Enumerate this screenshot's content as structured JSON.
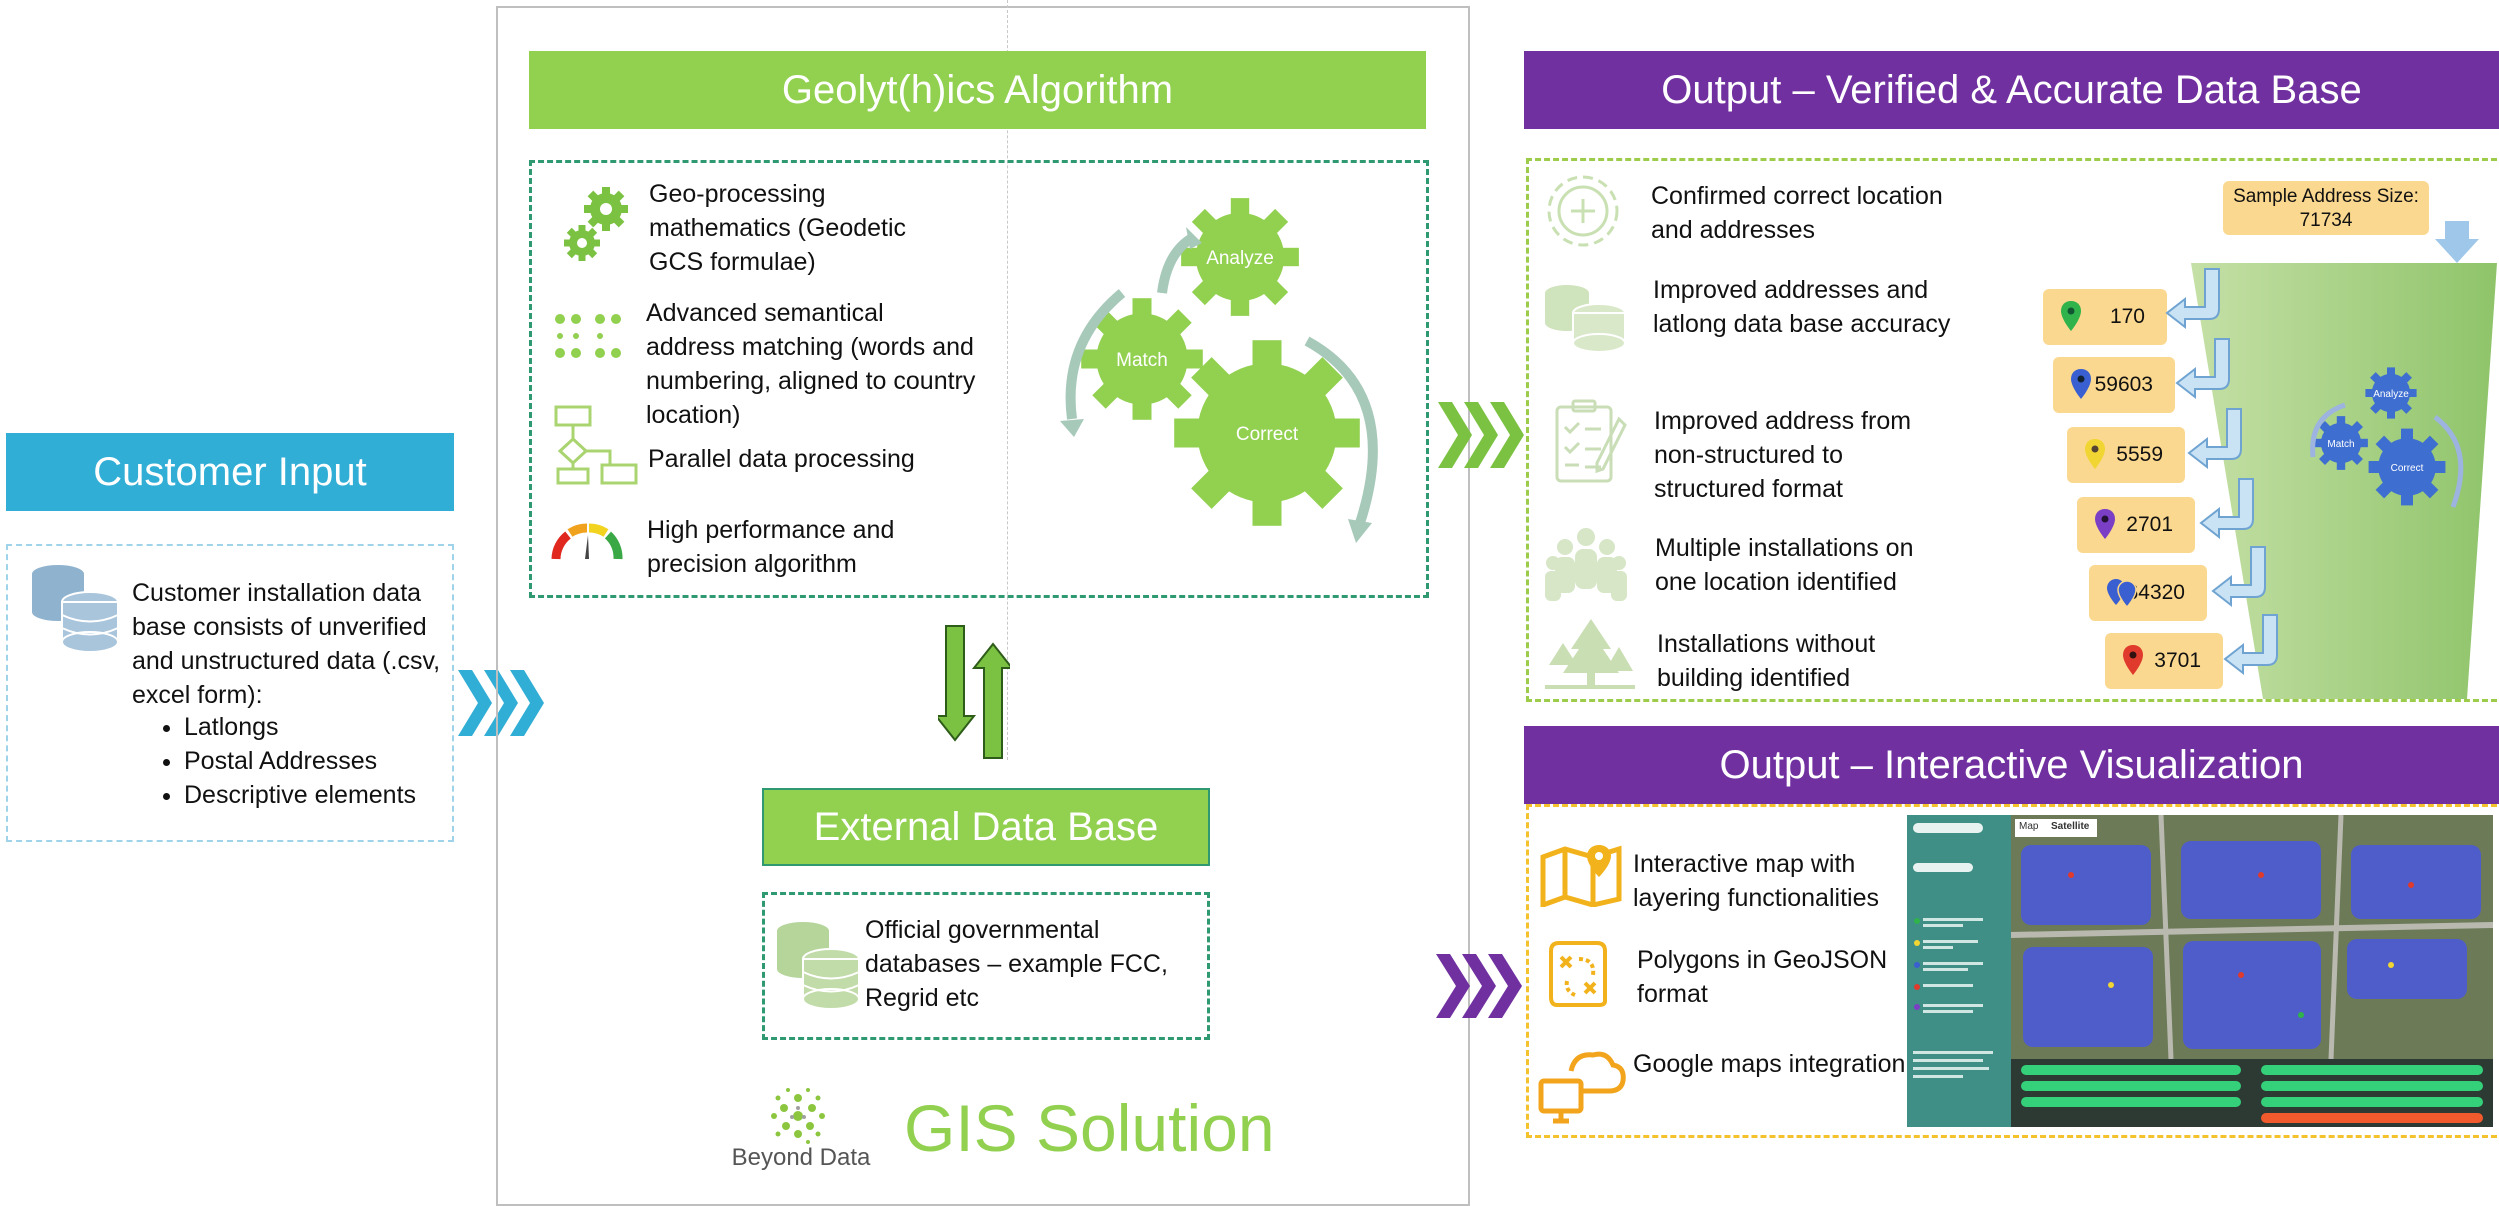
{
  "algorithm": {
    "title": "Geolyt(h)ics Algorithm",
    "features": [
      {
        "icon": "gears-icon",
        "text": "Geo-processing mathematics (Geodetic GCS formulae)"
      },
      {
        "icon": "dots-grid-icon",
        "text": "Advanced semantical address matching (words and numbering, aligned to country location)"
      },
      {
        "icon": "flowchart-icon",
        "text": "Parallel data processing"
      },
      {
        "icon": "gauge-icon",
        "text": "High performance and precision algorithm"
      }
    ],
    "gears": [
      "Analyze",
      "Match",
      "Correct"
    ]
  },
  "customer_input": {
    "title": "Customer Input",
    "description": "Customer installation data base consists of unverified and unstructured data (.csv, excel form):",
    "bullets": [
      "Latlongs",
      "Postal Addresses",
      "Descriptive elements"
    ]
  },
  "external_db": {
    "title": "External Data Base",
    "description": "Official governmental databases – example FCC, Regrid etc"
  },
  "branding": {
    "company": "Beyond Data",
    "product": "GIS Solution"
  },
  "output_verified": {
    "title": "Output – Verified & Accurate Data Base",
    "items": [
      {
        "icon": "target-icon",
        "text": "Confirmed correct location and addresses"
      },
      {
        "icon": "database-icon",
        "text": "Improved addresses and latlong data base accuracy"
      },
      {
        "icon": "checklist-icon",
        "text": "Improved address from non-structured to structured format"
      },
      {
        "icon": "people-group-icon",
        "text": "Multiple installations on one location identified"
      },
      {
        "icon": "trees-icon",
        "text": "Installations without building identified"
      }
    ],
    "sample_label": "Sample Address Size:",
    "sample_value": "71734",
    "counts": [
      {
        "value": "170",
        "pin_color": "#2fb34a"
      },
      {
        "value": "59603",
        "pin_color": "#3a5fd0"
      },
      {
        "value": "5559",
        "pin_color": "#f1d532"
      },
      {
        "value": "2701",
        "pin_color": "#7a3fc4"
      },
      {
        "value": "64320",
        "pin_color": "#3a5fd0"
      },
      {
        "value": "3701",
        "pin_color": "#e03a2c"
      }
    ],
    "mini_gears": [
      "Analyze",
      "Match",
      "Correct"
    ]
  },
  "output_visual": {
    "title": "Output – Interactive Visualization",
    "items": [
      {
        "icon": "map-pin-icon",
        "text": "Interactive map with layering functionalities"
      },
      {
        "icon": "polygon-icon",
        "text": "Polygons in GeoJSON format"
      },
      {
        "icon": "cloud-monitor-icon",
        "text": "Google maps integration"
      }
    ],
    "map_tabs": [
      "Map",
      "Satellite"
    ]
  },
  "colors": {
    "green": "#92d050",
    "purple": "#7030a0",
    "blue": "#31aed6",
    "dashed_teal": "#2f9a72",
    "badge": "#fbd88f"
  }
}
